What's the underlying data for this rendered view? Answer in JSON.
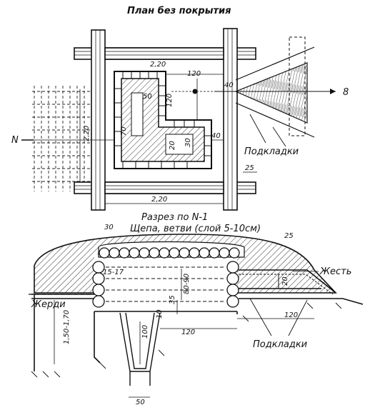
{
  "plan": {
    "title": "План без покрытия",
    "dims": {
      "d120_top": "120",
      "d120_side": "120",
      "d50": "50",
      "d70": "70",
      "d40_right": "40",
      "d40_small": "40",
      "d20": "20",
      "d30": "30",
      "d220_vert": "2,20",
      "d220_top": "2,20",
      "d220_bottom": "2,20",
      "d25": "25"
    },
    "marker_n": "N",
    "marker_b": "8",
    "podkladki": "Подкладки"
  },
  "section": {
    "title": "Разрез по N-1",
    "note": "Щепа, ветви (слой 5-10см)",
    "dims": {
      "d30": "30",
      "d25": "25",
      "d1517": "15-17",
      "d8090": "80-90",
      "d35": "35",
      "d10": "10",
      "d100": "100",
      "d120": "120",
      "d20": "20",
      "d150170": "1,50-1,70",
      "d50": "50"
    },
    "zhest": "Жесть",
    "zherdi": "Жерди",
    "podkladki": "Подкладки"
  }
}
